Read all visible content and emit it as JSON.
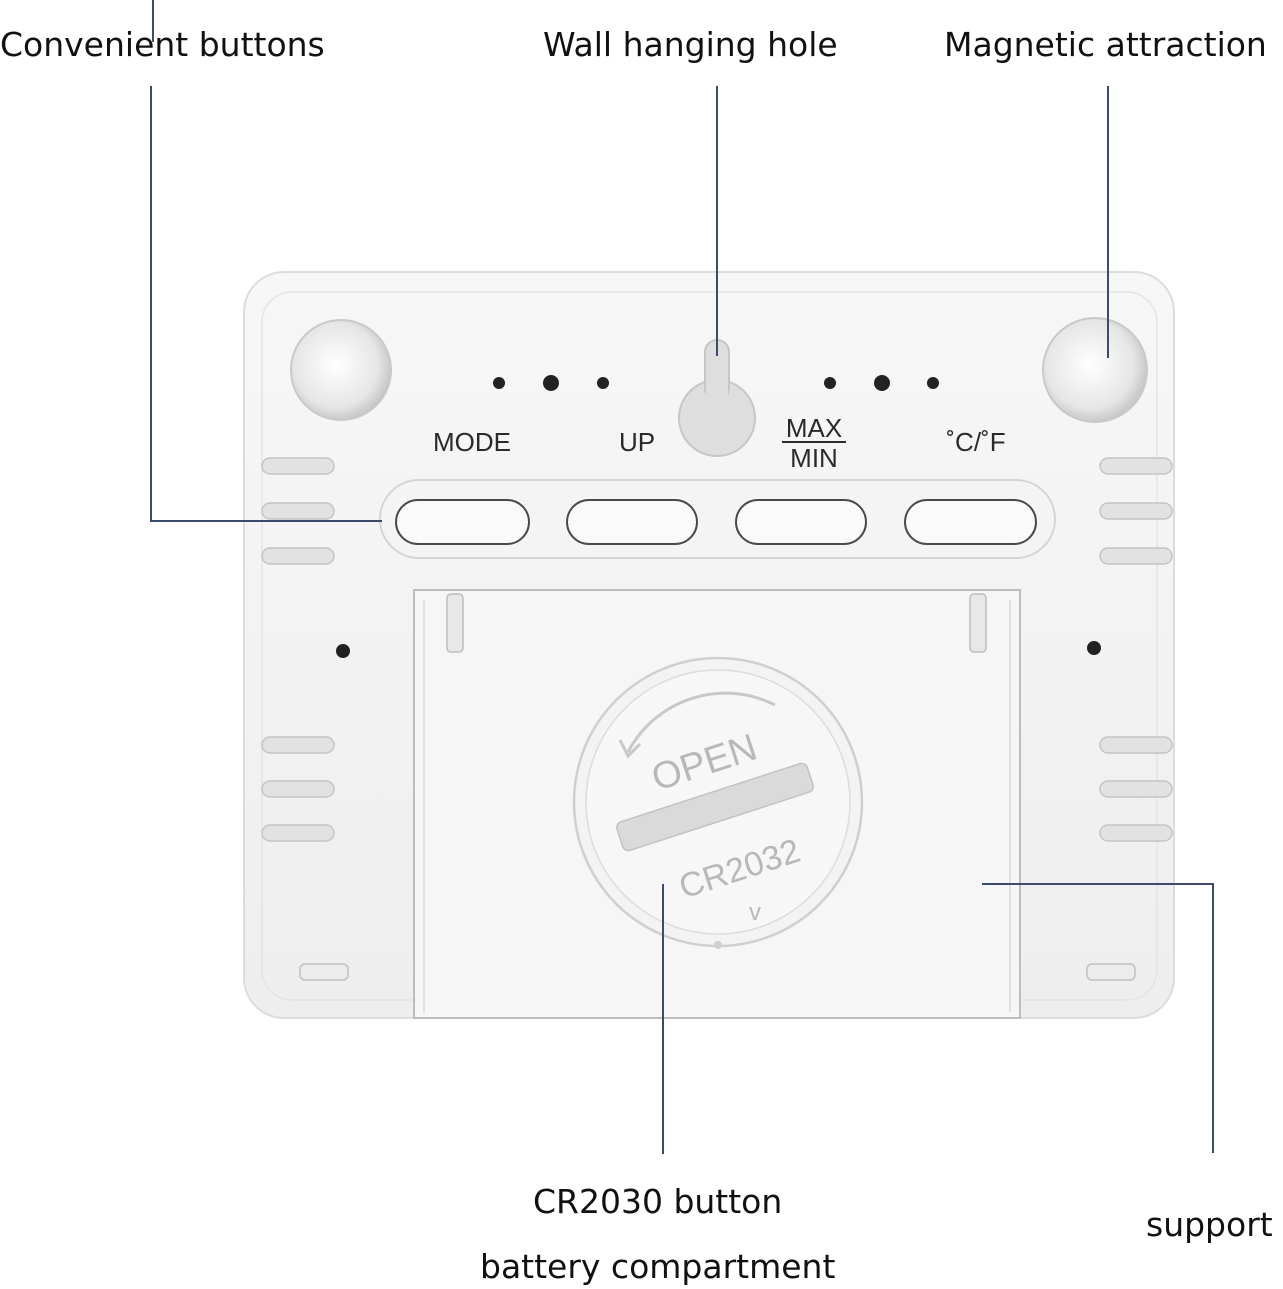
{
  "callouts": {
    "buttons": "Convenient buttons",
    "wall_hole": "Wall hanging hole",
    "magnet": "Magnetic attraction",
    "battery_line1": "CR2030 button",
    "battery_line2": "battery compartment",
    "support": "support"
  },
  "device": {
    "button_labels": {
      "mode": "MODE",
      "up": "UP",
      "max": "MAX",
      "min": "MIN",
      "unit": "˚C/˚F"
    },
    "battery_cover": {
      "open": "OPEN",
      "model": "CR2032",
      "arrow": "v"
    }
  },
  "colors": {
    "leader": "#3c4a6b",
    "body": "#f2f2f2"
  }
}
